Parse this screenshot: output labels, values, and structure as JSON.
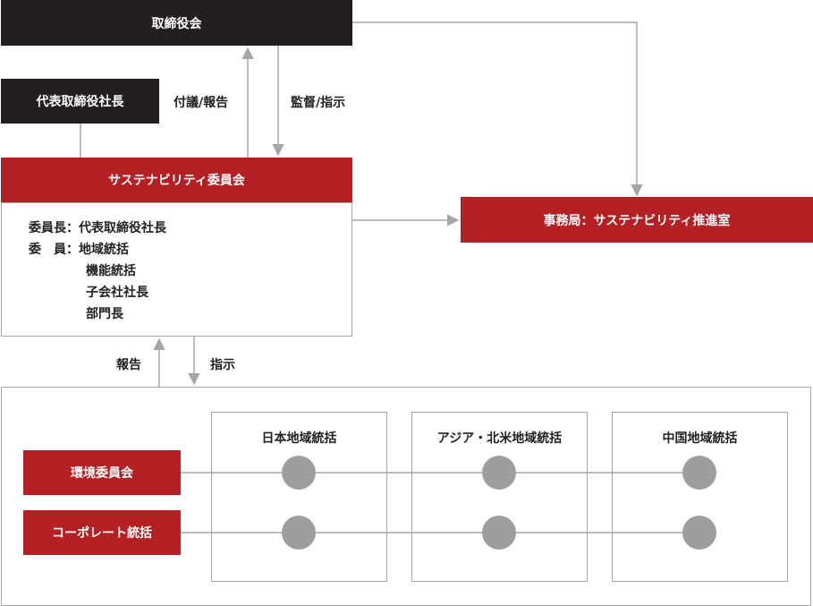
{
  "board": {
    "label": "取締役会"
  },
  "president": {
    "label": "代表取締役社長"
  },
  "labels": {
    "proposal_report": "付議/報告",
    "supervision": "監督/指示",
    "report": "報告",
    "instruction": "指示"
  },
  "committee": {
    "title": "サステナビリティ委員会",
    "chair_label": "委員長：",
    "chair_value": "代表取締役社長",
    "members_label": "委　員：",
    "members": [
      "地域統括",
      "機能統括",
      "子会社社長",
      "部門長"
    ]
  },
  "secretariat": {
    "label": "事務局：サステナビリティ推進室"
  },
  "regions": [
    "日本地域統括",
    "アジア・北米地域統括",
    "中国地域統括"
  ],
  "rows": [
    "環境委員会",
    "コーポレート統括"
  ],
  "colors": {
    "dark": "#231f20",
    "accent_red": "#b52025",
    "line_gray": "#a6a6a6",
    "node_gray": "#9e9e9e"
  }
}
